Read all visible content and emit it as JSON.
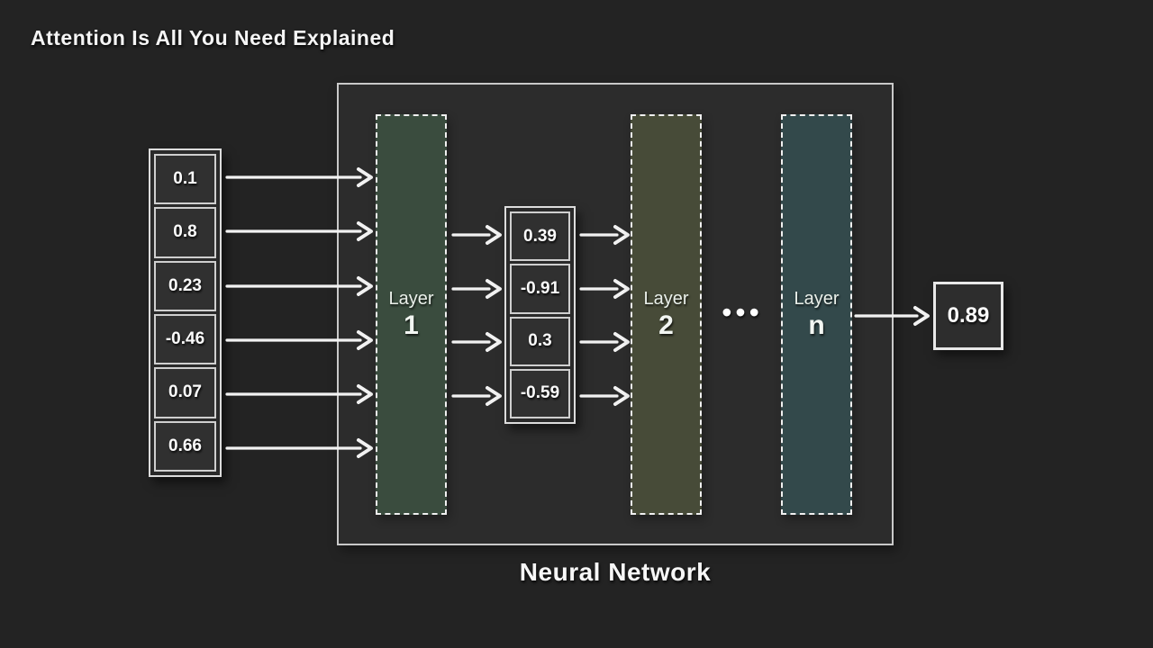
{
  "title": "Attention Is All You Need Explained",
  "diagram": {
    "caption": "Neural Network",
    "ellipsis": "•••",
    "input_vector": [
      "0.1",
      "0.8",
      "0.23",
      "-0.46",
      "0.07",
      "0.66"
    ],
    "hidden_vector": [
      "0.39",
      "-0.91",
      "0.3",
      "-0.59"
    ],
    "output_value": "0.89",
    "layers": [
      {
        "label": "Layer",
        "index": "1",
        "color": "#3a4c3e"
      },
      {
        "label": "Layer",
        "index": "2",
        "color": "#474b38"
      },
      {
        "label": "Layer",
        "index": "n",
        "color": "#33494b"
      }
    ],
    "colors": {
      "background": "#232323",
      "panel": "#2c2c2c",
      "box_fill": "#303030",
      "border": "#d9d9d9",
      "text": "#f2f2f2"
    }
  }
}
